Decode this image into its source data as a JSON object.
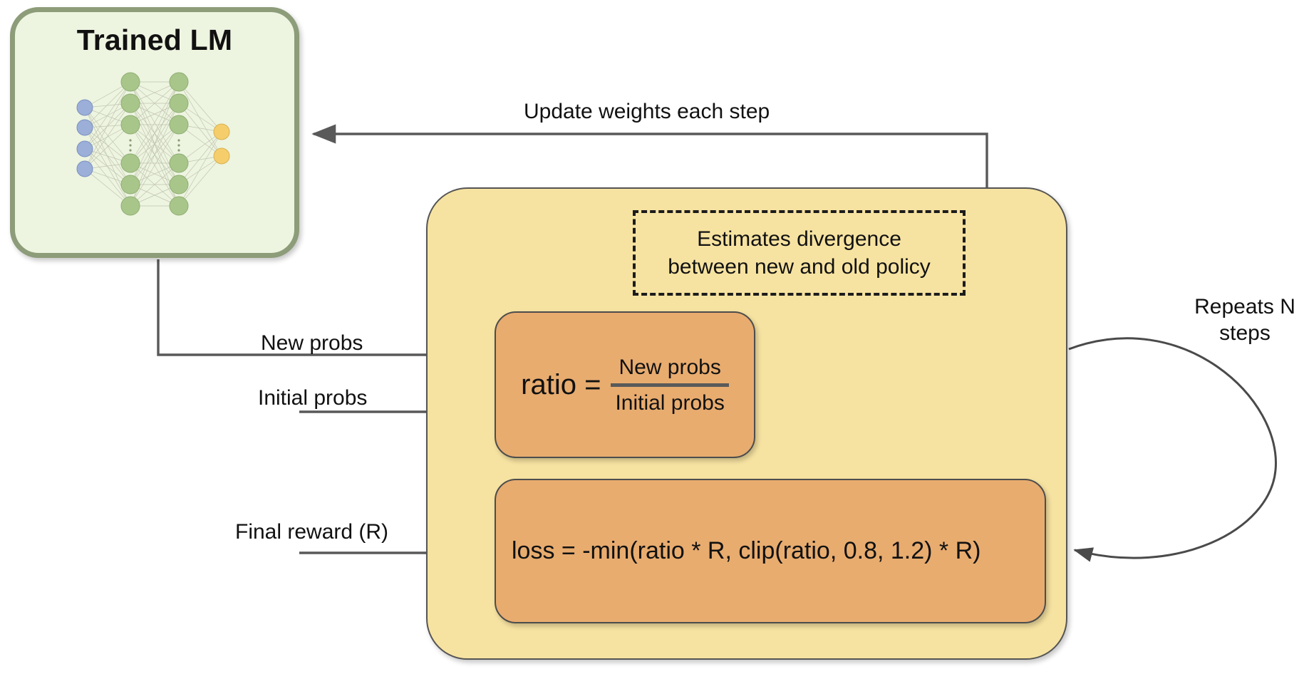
{
  "lm_panel": {
    "title": "Trained LM",
    "diagram_name": "neural-network-illustration",
    "fill": "#EDF4E0",
    "border": "#8D9C79",
    "layers": [
      {
        "name": "input-layer",
        "count": 4,
        "color": "#9BAFD9"
      },
      {
        "name": "hidden-layer-1",
        "count": 6,
        "color": "#A8C68A"
      },
      {
        "name": "hidden-layer-2",
        "count": 6,
        "color": "#A8C68A"
      },
      {
        "name": "output-layer",
        "count": 2,
        "color": "#F5CE6B"
      }
    ]
  },
  "container": {
    "name": "ppo-update-container",
    "fill": "#F7E3A1",
    "stroke": "#555555"
  },
  "note": {
    "line1": "Estimates divergence",
    "line2": "between new and old policy"
  },
  "ratio": {
    "lhs": "ratio =",
    "numerator": "New probs",
    "denominator": "Initial probs",
    "fill": "#E8AC6F"
  },
  "loss": {
    "formula": "loss = -min(ratio * R, clip(ratio, 0.8, 1.2) * R)",
    "fill": "#E8AC6F"
  },
  "labels": {
    "update_weights": "Update weights each step",
    "new_probs": "New probs",
    "initial_probs": "Initial probs",
    "final_reward": "Final reward (R)",
    "repeats": "Repeats N steps"
  },
  "colors": {
    "arrow": "#595959",
    "text": "#111111",
    "canvas": "#ffffff"
  }
}
